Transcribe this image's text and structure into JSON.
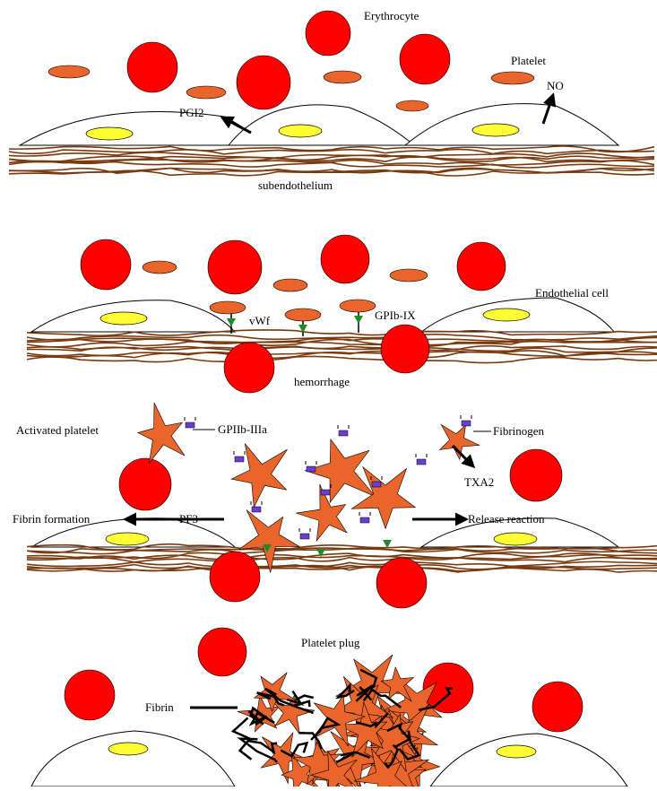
{
  "labels": {
    "erythrocyte": "Erythrocyte",
    "platelet": "Platelet",
    "no": "NO",
    "pgi2": "PGI2",
    "subendothelium": "subendothelium",
    "endothelial_cell": "Endothelial cell",
    "vwf": "vWf",
    "gpib_ix": "GPIb-IX",
    "hemorrhage": "hemorrhage",
    "activated_platelet": "Activated platelet",
    "gpiib_iiia": "GPIIb-IIIa",
    "fibrinogen": "Fibrinogen",
    "txa2": "TXA2",
    "fibrin_formation": "Fibrin formation",
    "pf3": "PF3",
    "release_reaction": "Release reaction",
    "platelet_plug": "Platelet plug",
    "fibrin": "Fibrin"
  },
  "colors": {
    "erythrocyte": "#ff0000",
    "platelet": "#e9652b",
    "endothelial_nucleus": "#ffff33",
    "collagen": "#7a3a10",
    "receptor": "#6a3fd0",
    "vwf": "#1e8a2a"
  },
  "icons": [
    "erythrocyte-icon",
    "platelet-icon",
    "activated-platelet-icon",
    "arrow-icon",
    "fibrin-strand-icon"
  ]
}
